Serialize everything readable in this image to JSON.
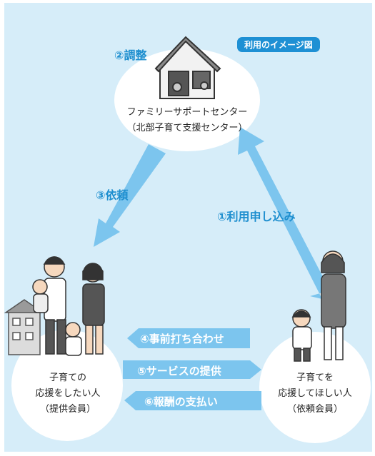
{
  "badge": "利用のイメージ図",
  "center": {
    "name": "ファミリーサポートセンター",
    "sub": "（北部子育て支援センター）"
  },
  "provider": {
    "line1": "子育ての",
    "line2": "応援をしたい人",
    "line3": "（提供会員）"
  },
  "requester": {
    "line1": "子育てを",
    "line2": "応援してほしい人",
    "line3": "（依頼会員）"
  },
  "steps": {
    "s1": "①利用申し込み",
    "s2": "②調整",
    "s3": "③依頼",
    "s4": "④事前打ち合わせ",
    "s5": "⑤サービスの提供",
    "s6": "⑥報酬の支払い"
  },
  "colors": {
    "background": "#d6edf9",
    "arrow": "#7cc5ee",
    "accent": "#1e90d4",
    "step_text": "#1f8fcf",
    "node": "#ffffff"
  },
  "icons": [
    "house-icon",
    "provider-family-illustration",
    "requester-family-illustration",
    "building-icon"
  ]
}
